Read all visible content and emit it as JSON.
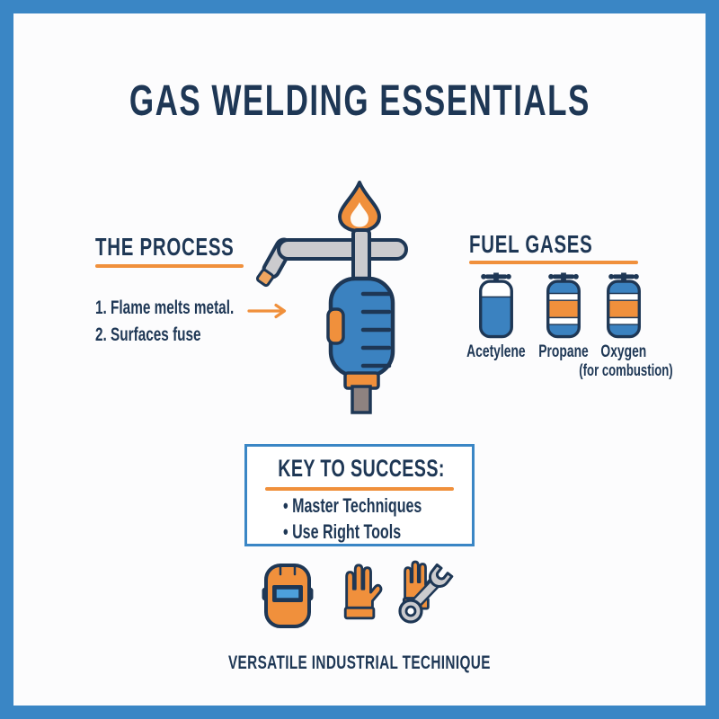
{
  "title": "GAS WELDING ESSENTIALS",
  "process": {
    "heading": "THE PROCESS",
    "steps": [
      "1. Flame melts metal.",
      "2. Surfaces fuse"
    ]
  },
  "fuel_gases": {
    "heading": "FUEL GASES",
    "cylinders": [
      {
        "label": "Acetylene"
      },
      {
        "label": "Propane"
      },
      {
        "label": "Oxygen",
        "sublabel": "(for combustion)"
      }
    ]
  },
  "key_to_success": {
    "heading": "KEY TO SUCCESS:",
    "bullets": [
      "• Master Techniques",
      "• Use Right Tools"
    ]
  },
  "footer": "VERSATILE INDUSTRIAL TECHINIQUE",
  "icons": {
    "torch": "welding-torch-icon",
    "flame": "flame-icon",
    "arrow": "right-arrow-icon",
    "cylinders": [
      "acetylene-cylinder-icon",
      "propane-cylinder-icon",
      "oxygen-cylinder-icon"
    ],
    "equipment": [
      "welding-mask-icon",
      "glove-icon",
      "glove-wrench-icon"
    ]
  },
  "colors": {
    "frame_blue": "#3a86c5",
    "navy": "#1e3755",
    "orange": "#f0903c",
    "torch_blue": "#3b82c0",
    "metal_gray": "#cbcbce",
    "lens_blue": "#4da0dc"
  }
}
